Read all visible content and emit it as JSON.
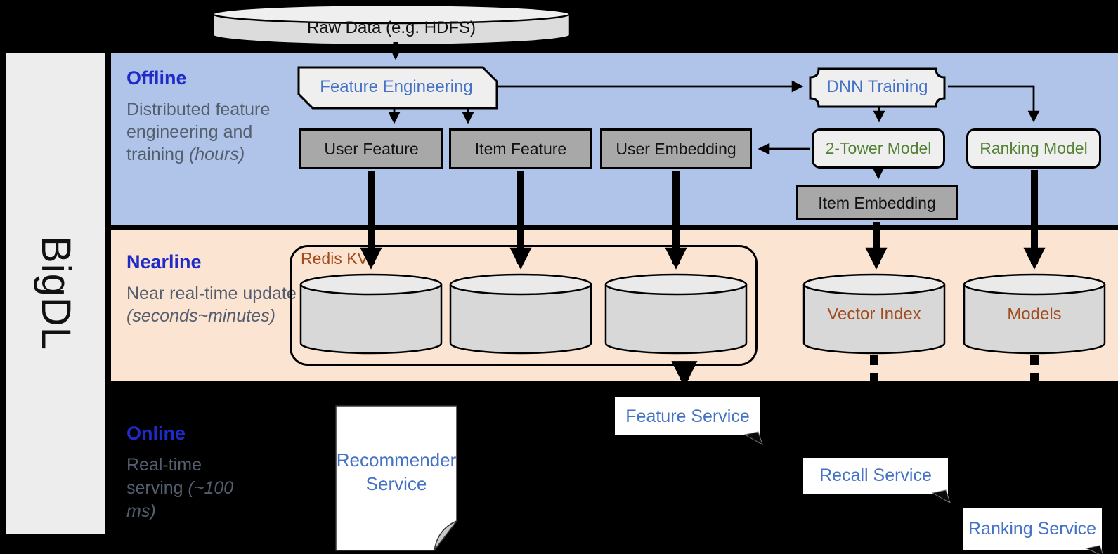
{
  "sidebar": {
    "brand": "BigDL"
  },
  "bands": {
    "offline": {
      "title": "Offline",
      "subtitle": "Distributed feature engineering and training ",
      "subtitle_italic": "(hours)"
    },
    "nearline": {
      "title": "Nearline",
      "subtitle": "Near real-time update ",
      "subtitle_italic": "(seconds~minutes)"
    },
    "online": {
      "title": "Online",
      "subtitle": "Real-time serving ",
      "subtitle_italic": "(~100 ms)"
    }
  },
  "nodes": {
    "raw_data": "Raw Data (e.g. HDFS)",
    "feature_engineering": "Feature Engineering",
    "dnn_training": "DNN Training",
    "user_feature": "User Feature",
    "item_feature": "Item Feature",
    "user_embedding": "User Embedding",
    "two_tower_model": "2-Tower Model",
    "ranking_model": "Ranking Model",
    "item_embedding": "Item Embedding"
  },
  "storage": {
    "redis_kv": "Redis KV",
    "vector_index": "Vector Index",
    "models": "Models"
  },
  "services": {
    "feature": "Feature Service",
    "recommender": "Recommender Service",
    "recall": "Recall Service",
    "ranking": "Ranking Service"
  },
  "colors": {
    "band_title_blue": "#1f2bc8",
    "subtitle_slate": "#545e6e",
    "node_text_blue": "#4472c4",
    "node_text_green": "#548235",
    "storage_text_brown": "#a34c1b",
    "offline_band_bg": "#afc4e8",
    "nearline_band_bg": "#fbe4d2",
    "online_band_bg": "#000000",
    "gray_node_bg": "#a8a8a8",
    "light_node_bg": "#efefef",
    "cylinder_bg": "#d8d8d8",
    "sidebar_bg": "#ededed"
  }
}
